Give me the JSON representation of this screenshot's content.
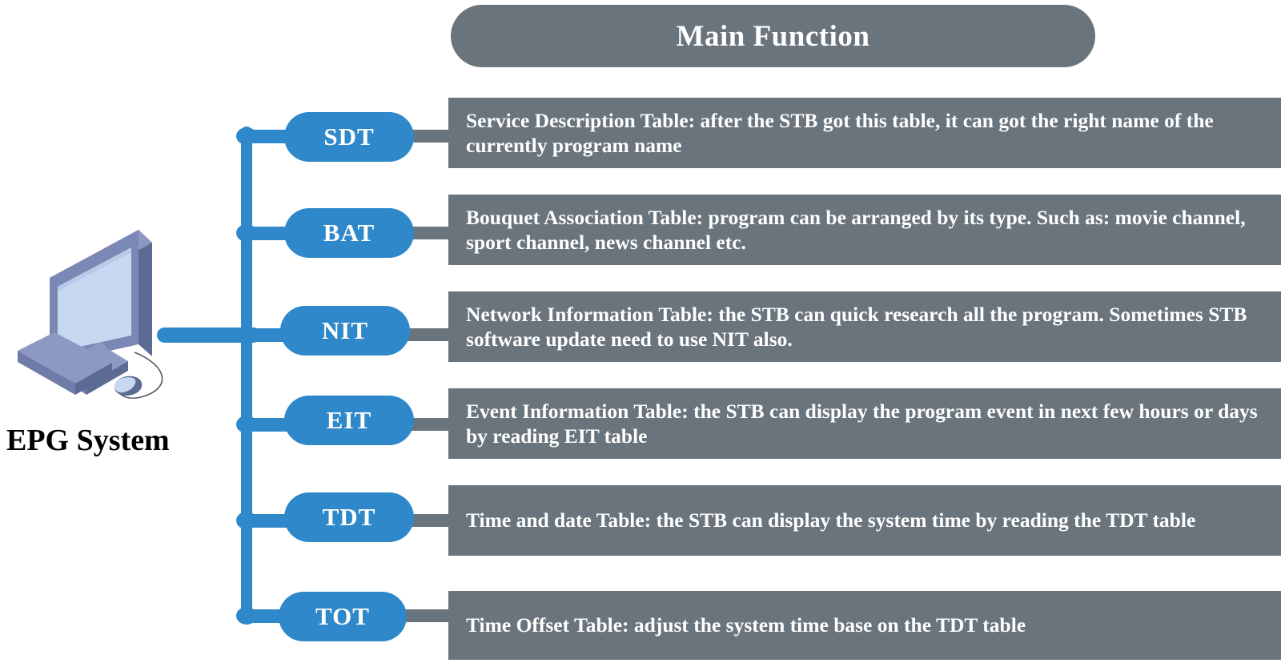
{
  "header": {
    "title": "Main Function"
  },
  "source": {
    "label": "EPG System",
    "icon": "desktop-computer-illustration"
  },
  "colors": {
    "node_blue": "#2f88ca",
    "bar_grey": "#69747c",
    "text_white": "#ffffff",
    "label_black": "#000000",
    "screen_light_blue": "#c8d8f0",
    "bezel_blue_grey": "#7b87b4"
  },
  "rows": [
    {
      "code": "SDT",
      "description": "Service Description Table: after the STB got this table, it can got the right name of the currently program name"
    },
    {
      "code": "BAT",
      "description": "Bouquet Association Table: program can be arranged by its type. Such as: movie channel, sport channel, news channel etc."
    },
    {
      "code": "NIT",
      "description": "Network Information Table: the STB can quick research all the program. Sometimes STB software update need to use NIT also."
    },
    {
      "code": "EIT",
      "description": "Event Information Table: the STB can display the program event in next few hours or days by reading EIT table"
    },
    {
      "code": "TDT",
      "description": "Time and date Table: the STB can display the system time by reading the TDT table"
    },
    {
      "code": "TOT",
      "description": "Time Offset Table: adjust the system time base on the TDT table"
    }
  ]
}
